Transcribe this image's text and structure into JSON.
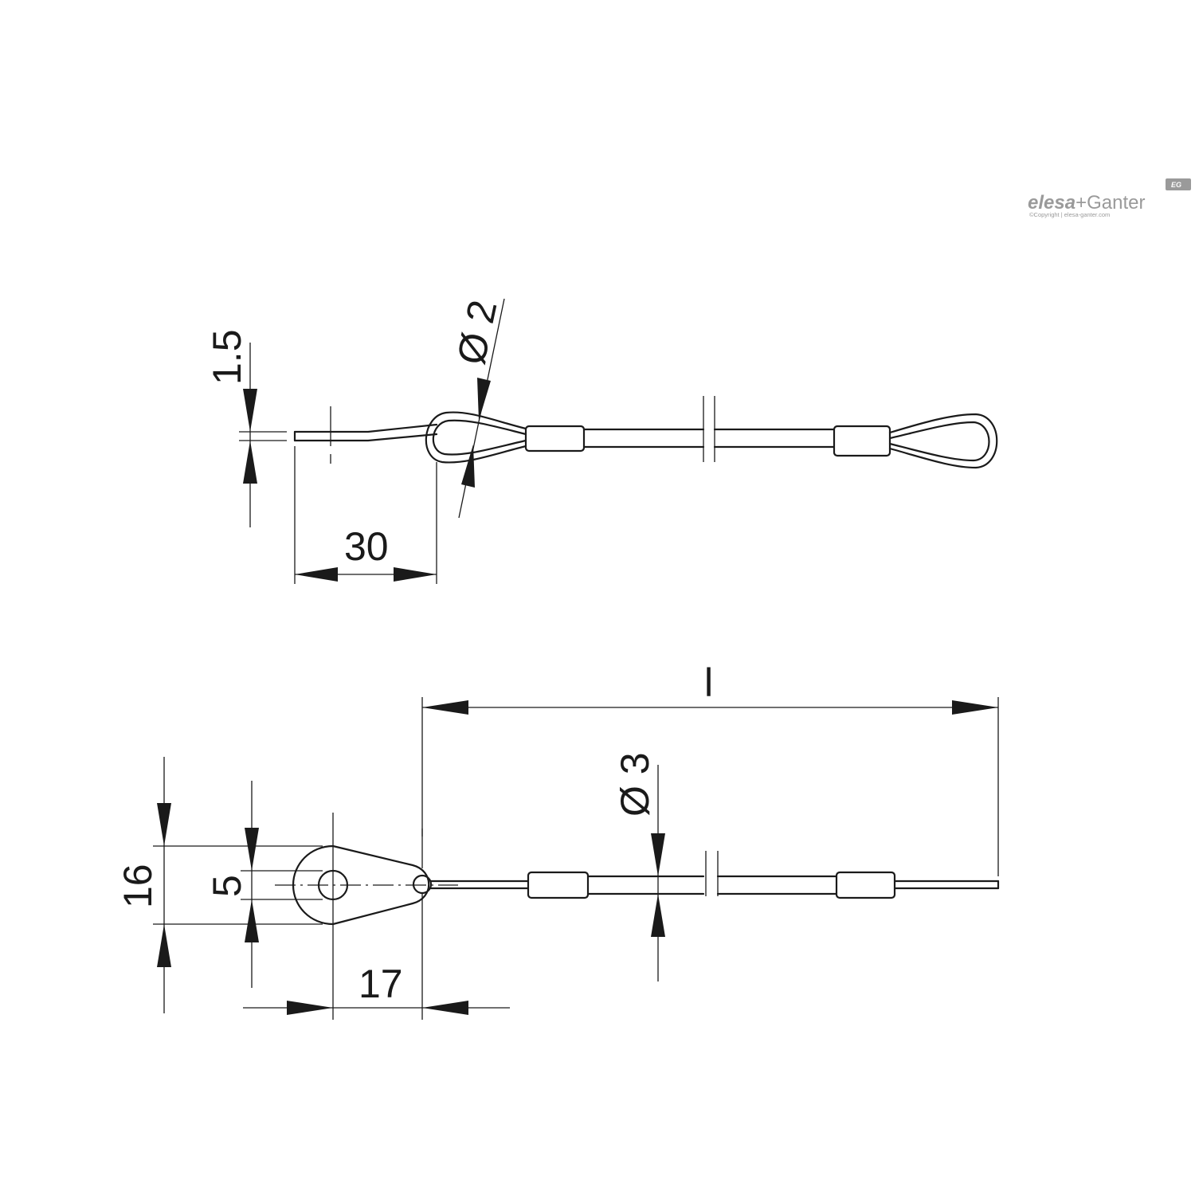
{
  "logo": {
    "brand_part1": "elesa",
    "brand_part2": "+Ganter",
    "badge": "EG",
    "copyright": "©Copyright | elesa-ganter.com"
  },
  "top_view": {
    "dim_thickness": "1.5",
    "dim_wire_diameter": "Ø 2",
    "dim_pin_length": "30"
  },
  "bottom_view": {
    "dim_length": "l",
    "dim_cable_diameter": "Ø 3",
    "dim_plate_width": "16",
    "dim_hole_diameter": "5",
    "dim_hole_offset": "17"
  }
}
